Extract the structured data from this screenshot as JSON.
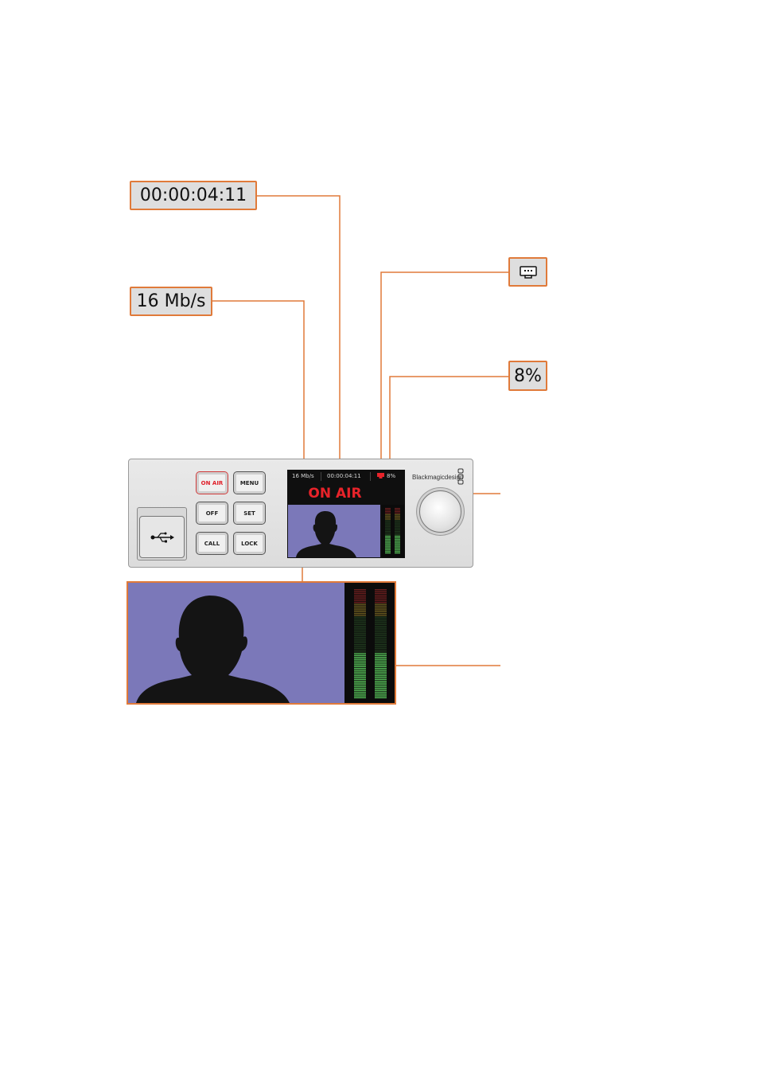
{
  "callouts": {
    "timecode": "00:00:04:11",
    "bitrate": "16 Mb/s",
    "network_icon": "ethernet-port-icon",
    "cpu": "8%"
  },
  "buttons": {
    "on_air": "ON AIR",
    "menu": "MENU",
    "off": "OFF",
    "set": "SET",
    "call": "CALL",
    "lock": "LOCK"
  },
  "lcd": {
    "bitrate": "16 Mb/s",
    "timecode": "00:00:04:11",
    "cpu": "8%",
    "status": "ON AIR"
  },
  "brand": "Blackmagicdesign",
  "colors": {
    "accent": "#e07a3a",
    "on_air_red": "#e8232a",
    "video_bg": "#7b78b9"
  }
}
